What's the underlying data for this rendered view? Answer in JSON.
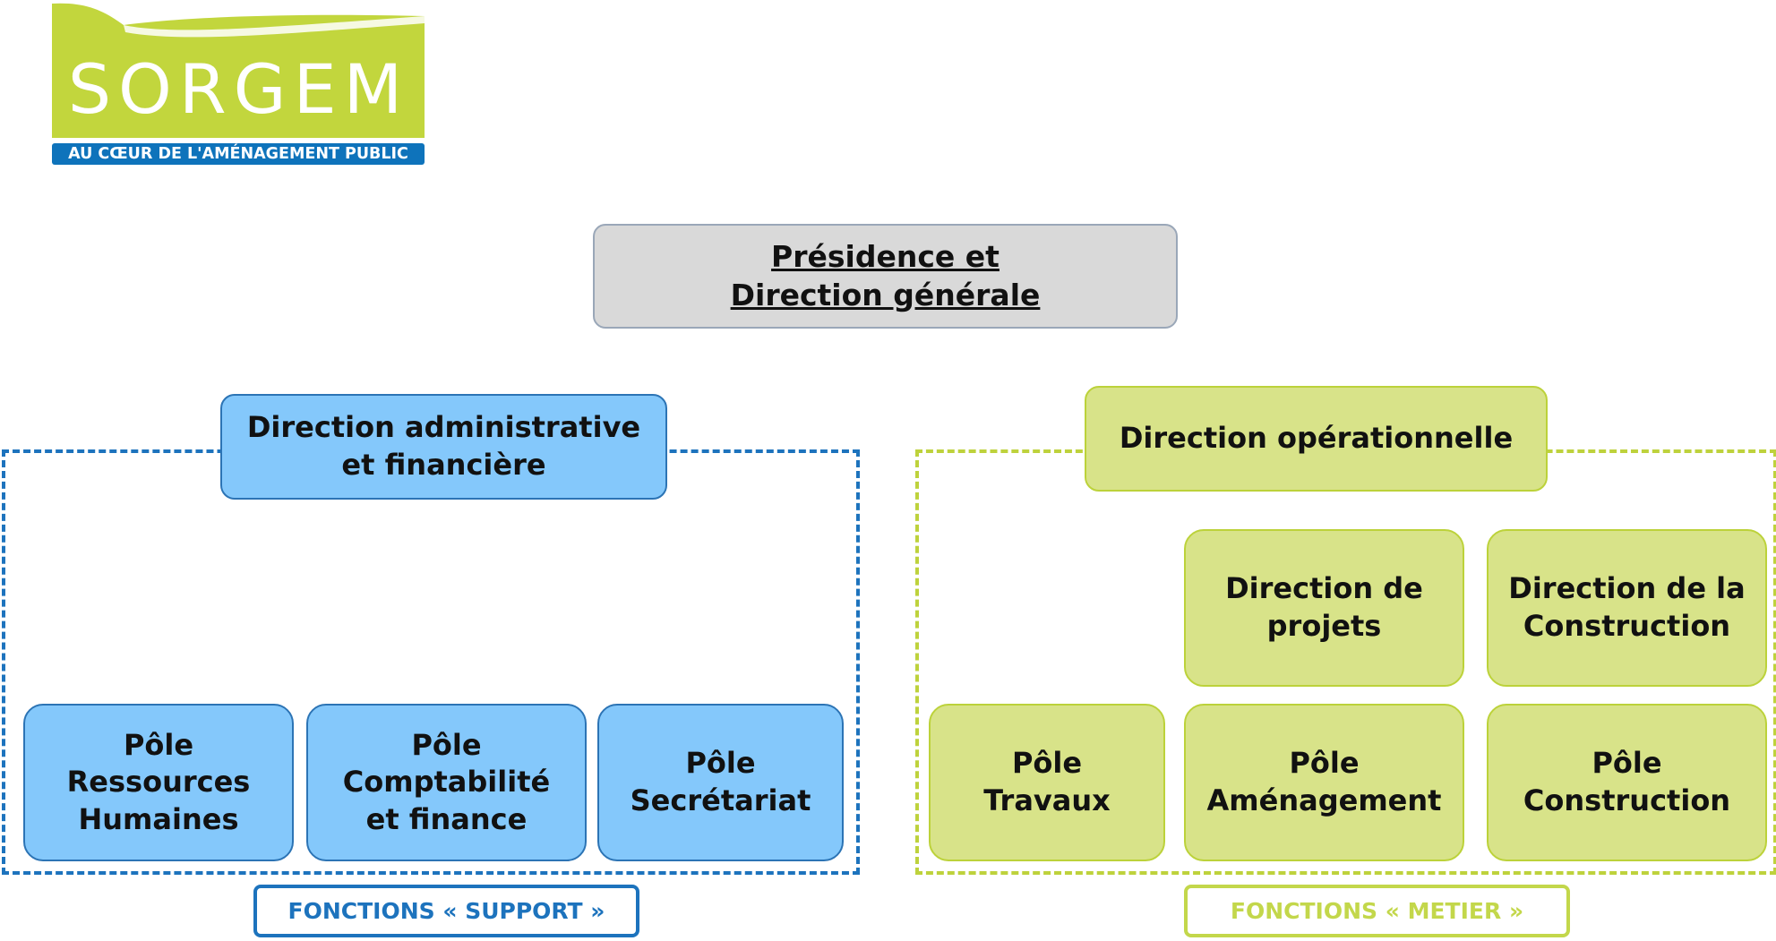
{
  "logo": {
    "name": "SORGEM",
    "tagline": "AU CŒUR DE L'AMÉNAGEMENT PUBLIC",
    "green": "#c2d63d",
    "blue": "#0e73bb"
  },
  "top": {
    "line1": "Présidence et",
    "line2": "Direction générale"
  },
  "admin": {
    "line1": "Direction administrative",
    "line2": "et financière",
    "poles": [
      {
        "lines": [
          "Pôle",
          "Ressources",
          "Humaines"
        ]
      },
      {
        "lines": [
          "Pôle",
          "Comptabilité",
          "et finance"
        ]
      },
      {
        "lines": [
          "Pôle",
          "Secrétariat"
        ]
      }
    ],
    "label": "FONCTIONS « SUPPORT »"
  },
  "ops": {
    "title": "Direction opérationnelle",
    "directions": [
      {
        "lines": [
          "Direction de",
          "projets"
        ]
      },
      {
        "lines": [
          "Direction de la",
          "Construction"
        ]
      }
    ],
    "poles": [
      {
        "lines": [
          "Pôle",
          "Travaux"
        ]
      },
      {
        "lines": [
          "Pôle",
          "Aménagement"
        ]
      },
      {
        "lines": [
          "Pôle",
          "Construction"
        ]
      }
    ],
    "label": "FONCTIONS « METIER »"
  },
  "colors": {
    "support_blue": "#1d73bd",
    "support_fill": "#84c8fb",
    "metier_green": "#bed23c",
    "metier_fill": "#d8e389",
    "top_fill": "#d9d9d9"
  }
}
